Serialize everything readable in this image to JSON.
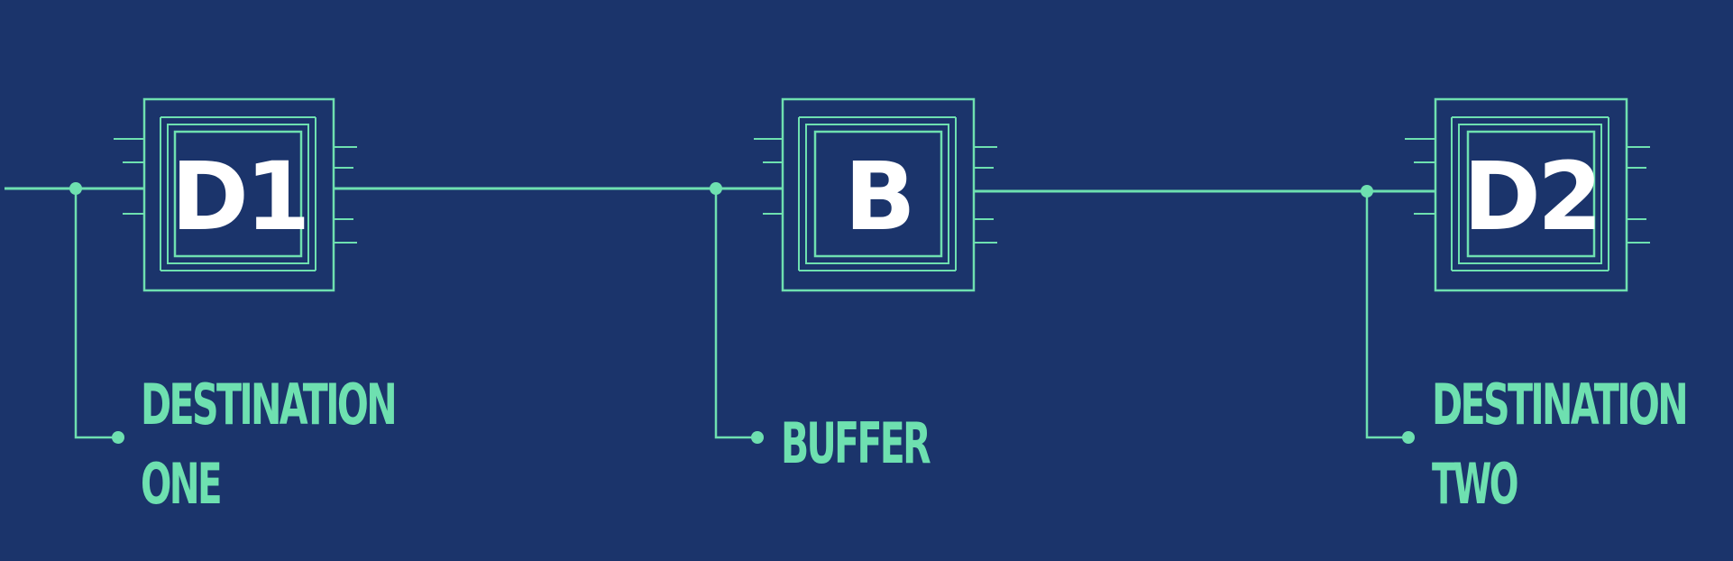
{
  "colors": {
    "background": "#1b346b",
    "line": "#6ee0b0",
    "label": "#ffffff"
  },
  "blocks": [
    {
      "id": "d1",
      "label": "D1",
      "caption_lines": [
        "DESTINATION",
        "ONE"
      ]
    },
    {
      "id": "b",
      "label": "B",
      "caption_lines": [
        "BUFFER"
      ]
    },
    {
      "id": "d2",
      "label": "D2",
      "caption_lines": [
        "DESTINATION",
        "TWO"
      ]
    }
  ]
}
